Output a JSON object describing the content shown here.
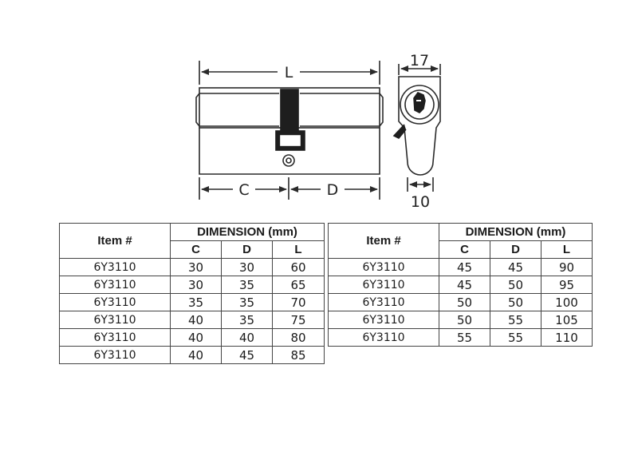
{
  "drawing": {
    "labels": {
      "overall_length": "L",
      "side_c": "C",
      "side_d": "D",
      "width_top": "17",
      "width_bottom": "10"
    }
  },
  "tables": {
    "item_header": "Item #",
    "dimension_header": "DIMENSION (mm)",
    "col_c": "C",
    "col_d": "D",
    "col_l": "L",
    "left_rows": [
      {
        "item": "6Y3110",
        "c": "30",
        "d": "30",
        "l": "60"
      },
      {
        "item": "6Y3110",
        "c": "30",
        "d": "35",
        "l": "65"
      },
      {
        "item": "6Y3110",
        "c": "35",
        "d": "35",
        "l": "70"
      },
      {
        "item": "6Y3110",
        "c": "40",
        "d": "35",
        "l": "75"
      },
      {
        "item": "6Y3110",
        "c": "40",
        "d": "40",
        "l": "80"
      },
      {
        "item": "6Y3110",
        "c": "40",
        "d": "45",
        "l": "85"
      }
    ],
    "right_rows": [
      {
        "item": "6Y3110",
        "c": "45",
        "d": "45",
        "l": "90"
      },
      {
        "item": "6Y3110",
        "c": "45",
        "d": "50",
        "l": "95"
      },
      {
        "item": "6Y3110",
        "c": "50",
        "d": "50",
        "l": "100"
      },
      {
        "item": "6Y3110",
        "c": "50",
        "d": "55",
        "l": "105"
      },
      {
        "item": "6Y3110",
        "c": "55",
        "d": "55",
        "l": "110"
      }
    ]
  },
  "colors": {
    "line": "#2a2a2a"
  }
}
